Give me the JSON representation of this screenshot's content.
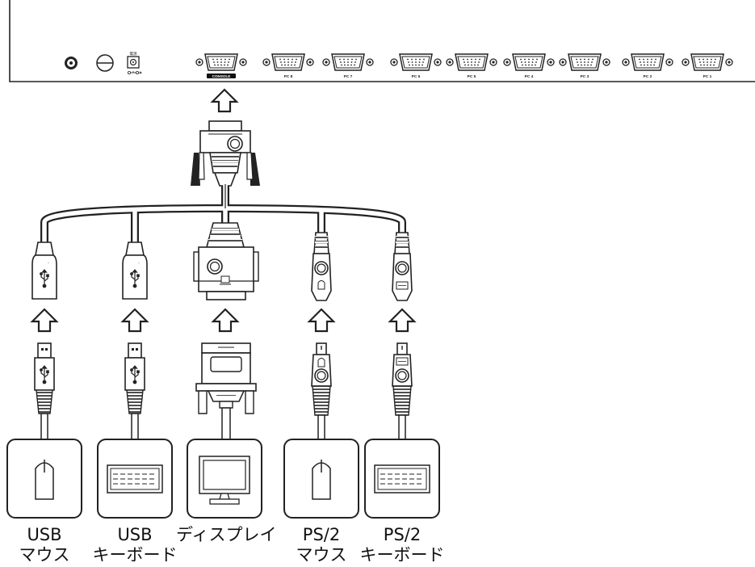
{
  "rear_panel": {
    "power_label": "電源",
    "console_label": "CONSOLE",
    "pc_ports": [
      "PC 8",
      "PC 7",
      "PC 6",
      "PC 5",
      "PC 4",
      "PC 3",
      "PC 2",
      "PC 1"
    ]
  },
  "devices": [
    {
      "line1": "USB",
      "line2": "マウス"
    },
    {
      "line1": "USB",
      "line2": "キーボード"
    },
    {
      "line1": "ディスプレイ",
      "line2": ""
    },
    {
      "line1": "PS/2",
      "line2": "マウス"
    },
    {
      "line1": "PS/2",
      "line2": "キーボード"
    }
  ],
  "colors": {
    "line": "#222222",
    "fill": "#ffffff",
    "console_badge": "#111111"
  }
}
